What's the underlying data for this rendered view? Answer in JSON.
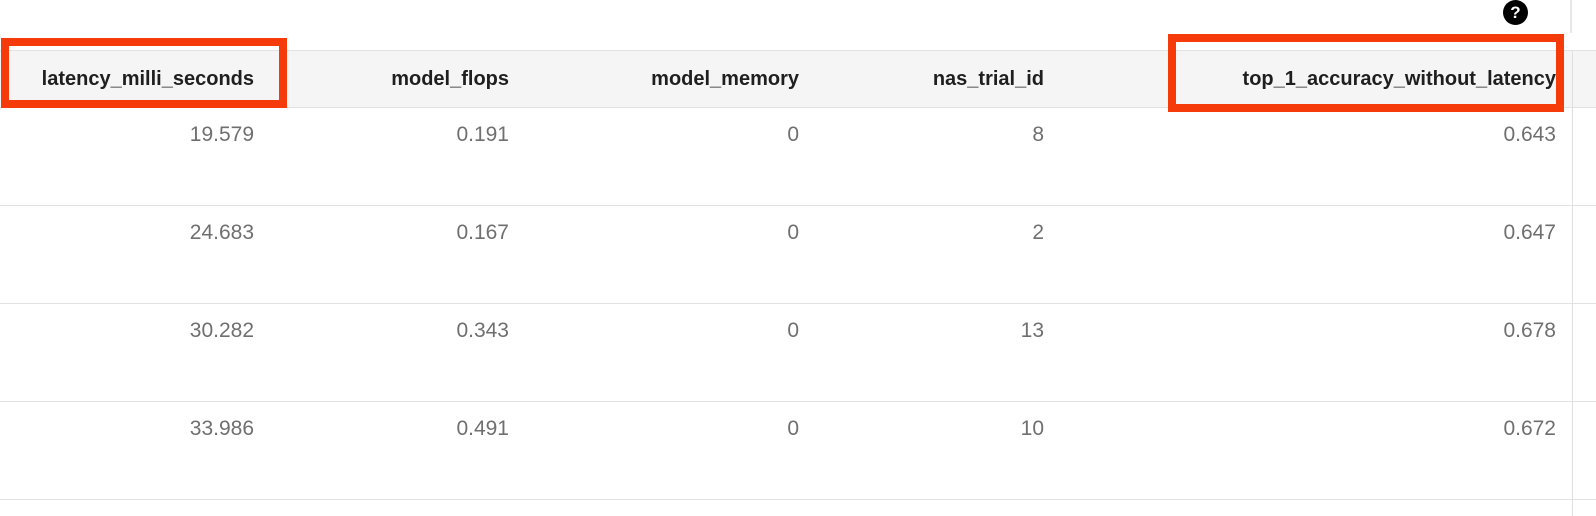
{
  "help": {
    "glyph": "?"
  },
  "table": {
    "columns": [
      {
        "key": "latency_milli_seconds",
        "label": "latency_milli_seconds",
        "annotated": true
      },
      {
        "key": "model_flops",
        "label": "model_flops",
        "annotated": false
      },
      {
        "key": "model_memory",
        "label": "model_memory",
        "annotated": false
      },
      {
        "key": "nas_trial_id",
        "label": "nas_trial_id",
        "annotated": false
      },
      {
        "key": "top_1_accuracy_without_latency",
        "label": "top_1_accuracy_without_latency",
        "annotated": true
      }
    ],
    "rows": [
      [
        "19.579",
        "0.191",
        "0",
        "8",
        "0.643"
      ],
      [
        "24.683",
        "0.167",
        "0",
        "2",
        "0.647"
      ],
      [
        "30.282",
        "0.343",
        "0",
        "13",
        "0.678"
      ],
      [
        "33.986",
        "0.491",
        "0",
        "10",
        "0.672"
      ]
    ]
  },
  "annotations": [
    {
      "target": "latency_milli_seconds"
    },
    {
      "target": "top_1_accuracy_without_latency"
    }
  ],
  "colors": {
    "annotation_orange": "#f53b09",
    "header_background": "#f5f5f5",
    "row_border": "#e2e2e2",
    "header_text": "#1f1f1f",
    "cell_text": "#6f6f6f",
    "help_icon_background": "#000000"
  }
}
